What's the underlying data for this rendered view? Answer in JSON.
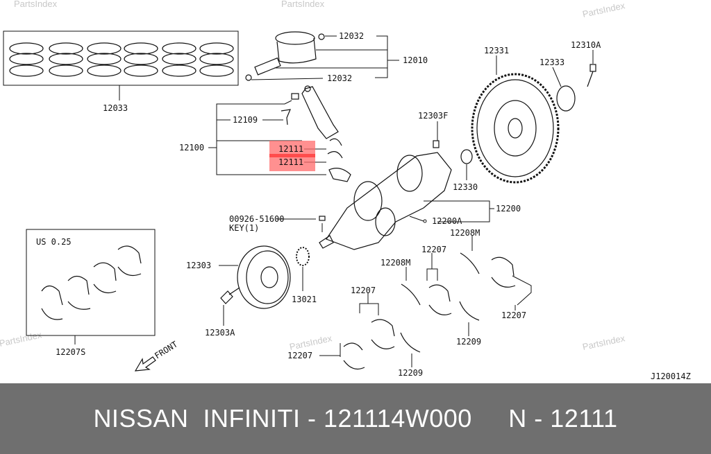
{
  "watermark": "PartsIndex",
  "diagram_code": "J120014Z",
  "highlight_color": "#ff6b6b",
  "labels": {
    "piston_ring_set": "12033",
    "piston_pin_snap_top": "12032",
    "piston_pin_snap_bottom": "12032",
    "piston_assembly": "12010",
    "conrod_bolt": "12109",
    "conrod_assembly": "12100",
    "conrod_bearing_upper": "12111",
    "conrod_bearing_lower": "12111",
    "dowel_pin": "12303F",
    "flywheel": "12331",
    "flywheel_bolt": "12310A",
    "reinforcement_plate": "12333",
    "pilot_bushing": "12330",
    "crankshaft_assembly": "12200",
    "crankshaft_plug": "12200A",
    "key_part": "00926-51600",
    "key_qty": "KEY(1)",
    "thrust_washer_right": "12208M",
    "pulley": "12303",
    "main_bearing_mid": "12207",
    "thrust_washer_mid": "12208M",
    "undersize": "US 0.25",
    "sprocket": "13021",
    "main_bearing_left": "12207",
    "main_bearing_right": "12207",
    "washer_right": "12209",
    "pulley_bolt": "12303A",
    "main_bearing_set": "12207S",
    "front": "FRONT",
    "main_bearing_bottom": "12207",
    "washer_bottom": "12209"
  },
  "footer": {
    "text": "NISSAN  INFINITI - 121114W000     N - 12111"
  }
}
